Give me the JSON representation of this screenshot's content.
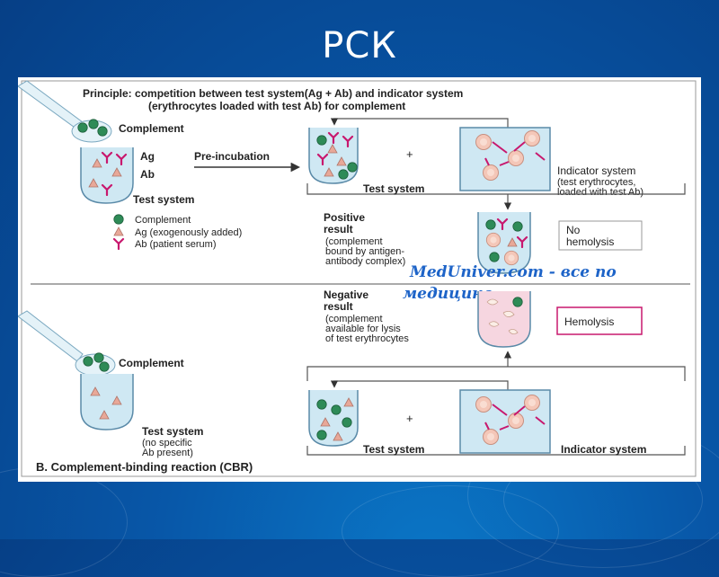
{
  "slide": {
    "title": "РСК"
  },
  "diagram": {
    "principle_line1": "Principle: competition between test system(Ag + Ab) and indicator system",
    "principle_line2": "(erythrocytes loaded with test Ab) for complement",
    "top": {
      "complement_label": "Complement",
      "ag_label": "Ag",
      "ab_label": "Ab",
      "test_system_label": "Test system",
      "pre_incubation_label": "Pre-incubation",
      "plus": "+",
      "test_system_label_2": "Test system",
      "indicator_label_1": "Indicator system",
      "indicator_label_2": "(test erythrocytes,",
      "indicator_label_3": "loaded with test Ab)"
    },
    "legend": {
      "complement": "Complement",
      "ag": "Ag (exogenously added)",
      "ab": "Ab (patient serum)"
    },
    "positive": {
      "title_1": "Positive",
      "title_2": "result",
      "desc_1": "(complement",
      "desc_2": "bound by antigen-",
      "desc_3": "antibody  complex)",
      "box_1": "No",
      "box_2": "hemolysis"
    },
    "negative": {
      "title_1": "Negative",
      "title_2": "result",
      "desc_1": "(complement",
      "desc_2": "available for lysis",
      "desc_3": "of test erythrocytes",
      "box": "Hemolysis"
    },
    "bottom": {
      "complement_label": "Complement",
      "test_system_1": "Test system",
      "test_system_2": "(no specific",
      "test_system_3": "Ab present)",
      "plus": "+",
      "test_system_label": "Test system",
      "indicator_label": "Indicator system"
    },
    "caption": "B. Complement-binding reaction (CBR)",
    "watermark_1": "MedUniver.com - все по",
    "watermark_2": "медицине.",
    "colors": {
      "complement": "#2e8b57",
      "antigen": "#e8a898",
      "antibody": "#c8186e",
      "tube_fill": "#cfe8f3",
      "tube_fill_pink": "#f6d6e0",
      "hemolysis_box": "#c8186e",
      "watermark": "#1e64c8"
    }
  }
}
